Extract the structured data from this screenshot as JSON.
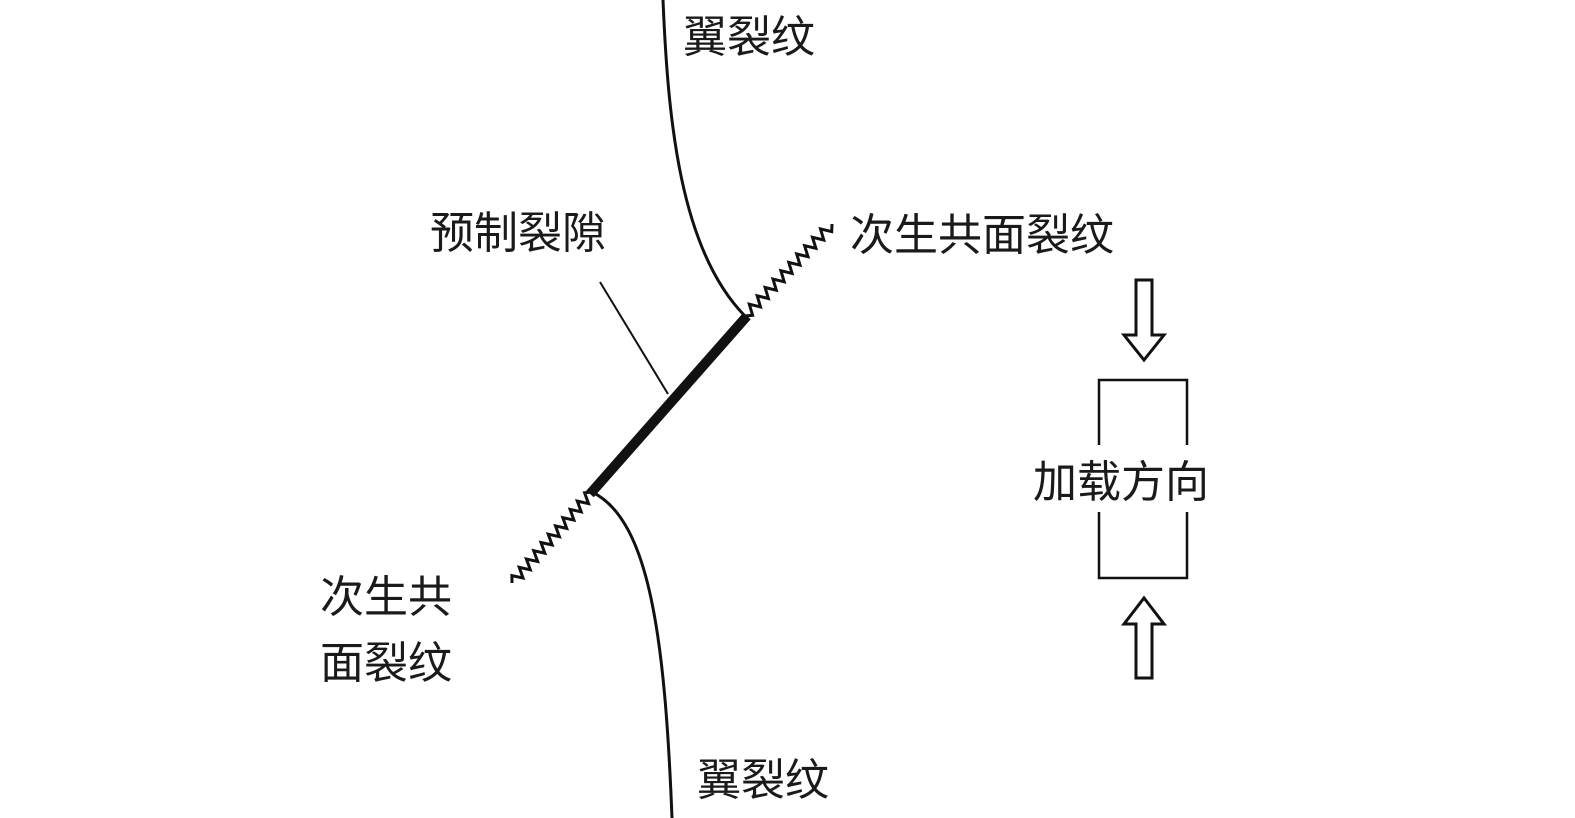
{
  "labels": {
    "wing_crack_top": "翼裂纹",
    "prefab_flaw": "预制裂隙",
    "secondary_coplanar_right": "次生共面裂纹",
    "secondary_coplanar_left_line1": "次生共",
    "secondary_coplanar_left_line2": "面裂纹",
    "wing_crack_bottom": "翼裂纹",
    "loading_direction": "加载方向"
  },
  "colors": {
    "line": "#111111",
    "background": "#ffffff"
  }
}
